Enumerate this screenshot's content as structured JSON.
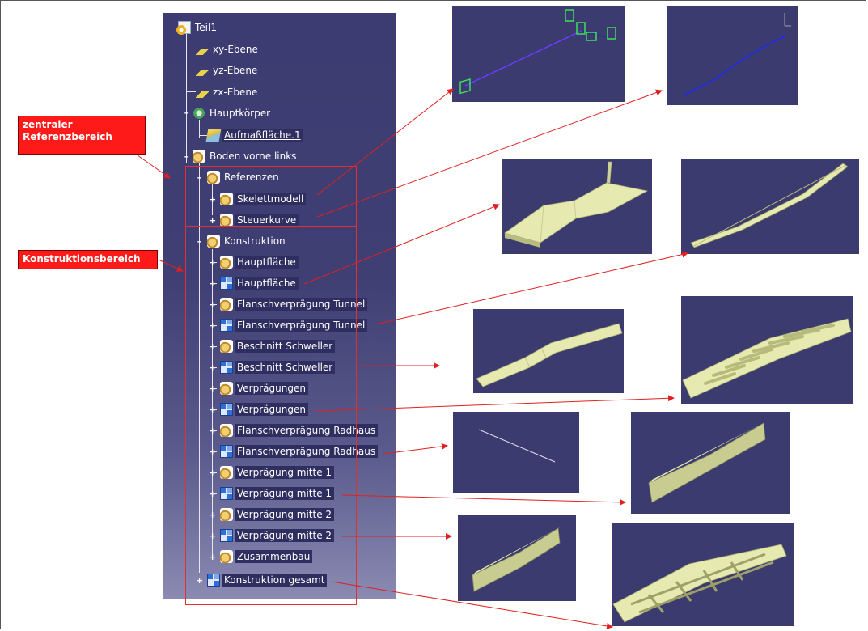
{
  "tree": {
    "root": "Teil1",
    "planes": [
      "xy-Ebene",
      "yz-Ebene",
      "zx-Ebene"
    ],
    "hauptkoerper": "Hauptkörper",
    "aufmass": "Aufmaßfläche.1",
    "boden": "Boden vorne links",
    "referenzen": "Referenzen",
    "skelett": "Skelettmodell",
    "steuerkurve": "Steuerkurve",
    "konstruktion": "Konstruktion",
    "items": [
      "Hauptfläche",
      "Hauptfläche",
      "Flanschverprägung Tunnel",
      "Flanschverprägung Tunnel",
      "Beschnitt Schweller",
      "Beschnitt Schweller",
      "Verprägungen",
      "Verprägungen",
      "Flanschverprägung Radhaus",
      "Flanschverprägung Radhaus",
      "Verprägung mitte 1",
      "Verprägung mitte 1",
      "Verprägung mitte 2",
      "Verprägung mitte 2",
      "Zusammenbau"
    ],
    "gesamt": "Konstruktion gesamt"
  },
  "labels": {
    "zentral": "zentraler Referenzbereich",
    "konstruktion": "Konstruktionsbereich"
  },
  "colors": {
    "tree_bg": "#3c3c72",
    "viewport_bg": "#3b3b70",
    "annotation_red": "#ff1a1a",
    "arrow_red": "#e02020",
    "part_fill": "#e6eab0"
  }
}
